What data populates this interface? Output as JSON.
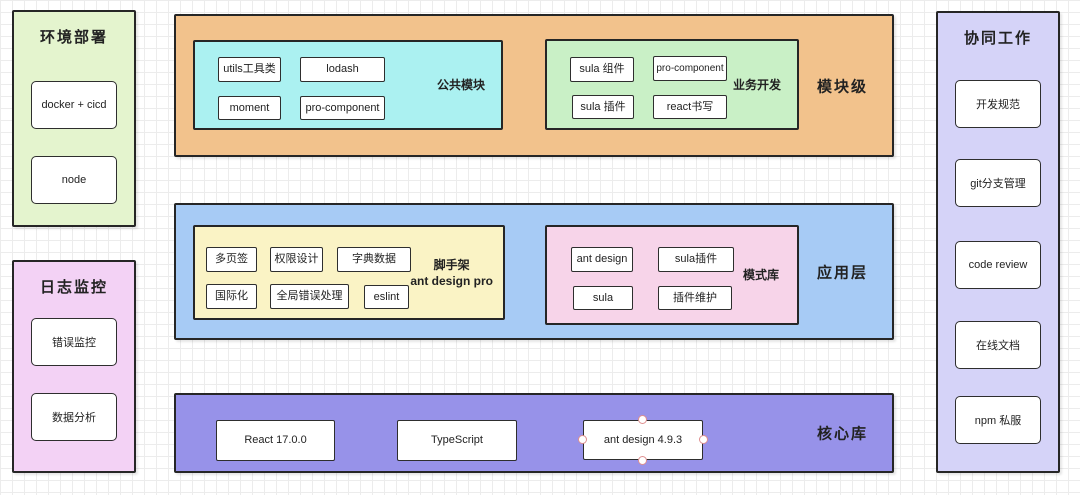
{
  "columns": {
    "env": {
      "title": "环境部署",
      "items": {
        "docker": "docker + cicd",
        "node": "node"
      }
    },
    "log": {
      "title": "日志监控",
      "items": {
        "error": "错误监控",
        "analysis": "数据分析"
      }
    },
    "collab": {
      "title": "协同工作",
      "items": {
        "spec": "开发规范",
        "git": "git分支管理",
        "review": "code review",
        "docs": "在线文档",
        "npm": "npm 私服"
      }
    }
  },
  "bands": {
    "module": {
      "label": "模块级",
      "common": {
        "label": "公共模块",
        "items": {
          "utils": "utils工具类",
          "lodash": "lodash",
          "moment": "moment",
          "pro_component": "pro-component"
        }
      },
      "biz": {
        "label": "业务开发",
        "items": {
          "sula_component": "sula 组件",
          "pro_component": "pro-component",
          "sula_plugin": "sula 插件",
          "react_writing": "react书写"
        }
      }
    },
    "app": {
      "label": "应用层",
      "scaffold": {
        "label_line1": "脚手架",
        "label_line2": "ant design pro",
        "items": {
          "multi_tabs": "多页签",
          "permission": "权限设计",
          "dict_data": "字典数据",
          "i18n": "国际化",
          "global_error": "全局错误处理",
          "eslint": "eslint"
        }
      },
      "pattern": {
        "label": "模式库",
        "items": {
          "ant_design": "ant design",
          "sula_plugin": "sula插件",
          "sula": "sula",
          "plugin_maintain": "插件维护"
        }
      }
    },
    "core": {
      "label": "核心库",
      "items": {
        "react": "React 17.0.0",
        "typescript": "TypeScript",
        "ant_design": "ant design 4.9.3"
      }
    }
  },
  "colors": {
    "env_bg": "#e4f4ce",
    "log_bg": "#f3d2f5",
    "collab_bg": "#d5d3f8",
    "module_band_bg": "#f2c28c",
    "common_bg": "#abf1f1",
    "biz_bg": "#c9f0c6",
    "app_band_bg": "#a7cbf5",
    "scaffold_bg": "#faf3c5",
    "pattern_bg": "#f7d4e9",
    "core_band_bg": "#9792e9",
    "node_bg": "#ffffff",
    "border": "#262626",
    "grid_line": "#ececec",
    "handle_ring": "#df8f8f"
  }
}
